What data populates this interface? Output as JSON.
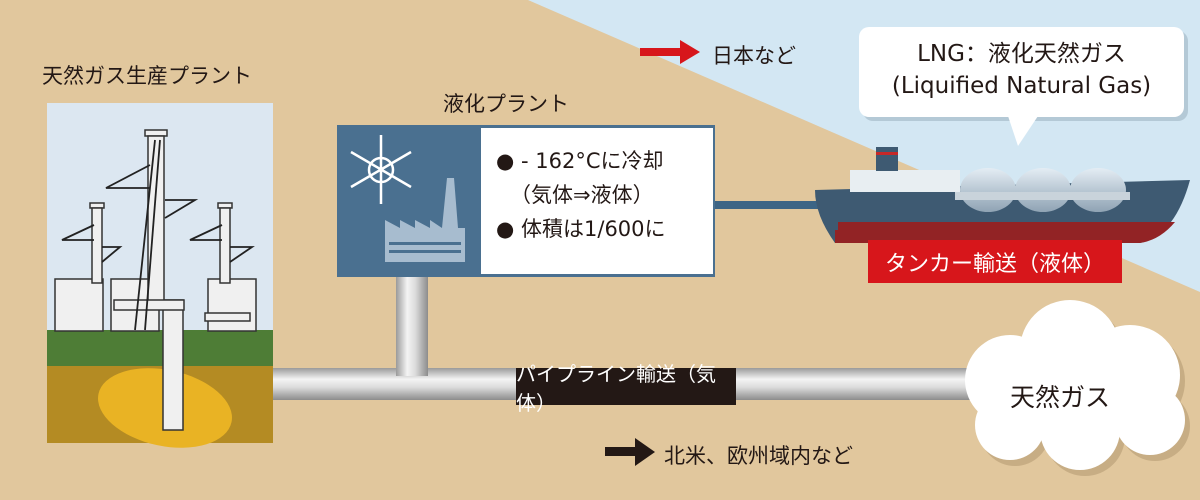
{
  "production_plant": {
    "title": "天然ガス生産プラント"
  },
  "liquefaction_plant": {
    "title": "液化プラント",
    "bullets": [
      "- 162°Cに冷却",
      "（気体⇒液体）",
      "体積は1/600に"
    ]
  },
  "lng_bubble": {
    "line1": "LNG：液化天然ガス",
    "line2": "(Liquified Natural Gas)"
  },
  "tanker_label": "タンカー輸送（液体）",
  "pipeline_label": "パイプライン輸送（気体）",
  "cloud_label": "天然ガス",
  "destinations": {
    "lng": "日本など",
    "pipeline": "北米、欧州域内など"
  },
  "colors": {
    "ground": "#e1c79d",
    "sea": "#d3e7f3",
    "plant_blue": "#4a7090",
    "tanker_red": "#d7161b",
    "label_black": "#231815"
  }
}
